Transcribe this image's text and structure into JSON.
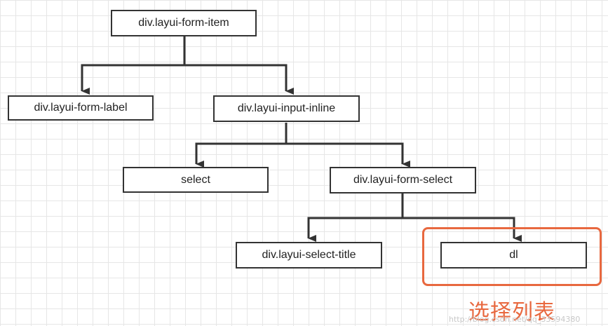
{
  "nodes": {
    "form_item": "div.layui-form-item",
    "form_label": "div.layui-form-label",
    "input_inline": "div.layui-input-inline",
    "select": "select",
    "form_select": "div.layui-form-select",
    "select_title": "div.layui-select-title",
    "dl": "dl"
  },
  "caption": "选择列表",
  "watermark": "http://blog.csdn.net/qq_33594380",
  "colors": {
    "edge": "#333333",
    "highlight": "#e8683f",
    "grid": "#e6e6e6"
  }
}
